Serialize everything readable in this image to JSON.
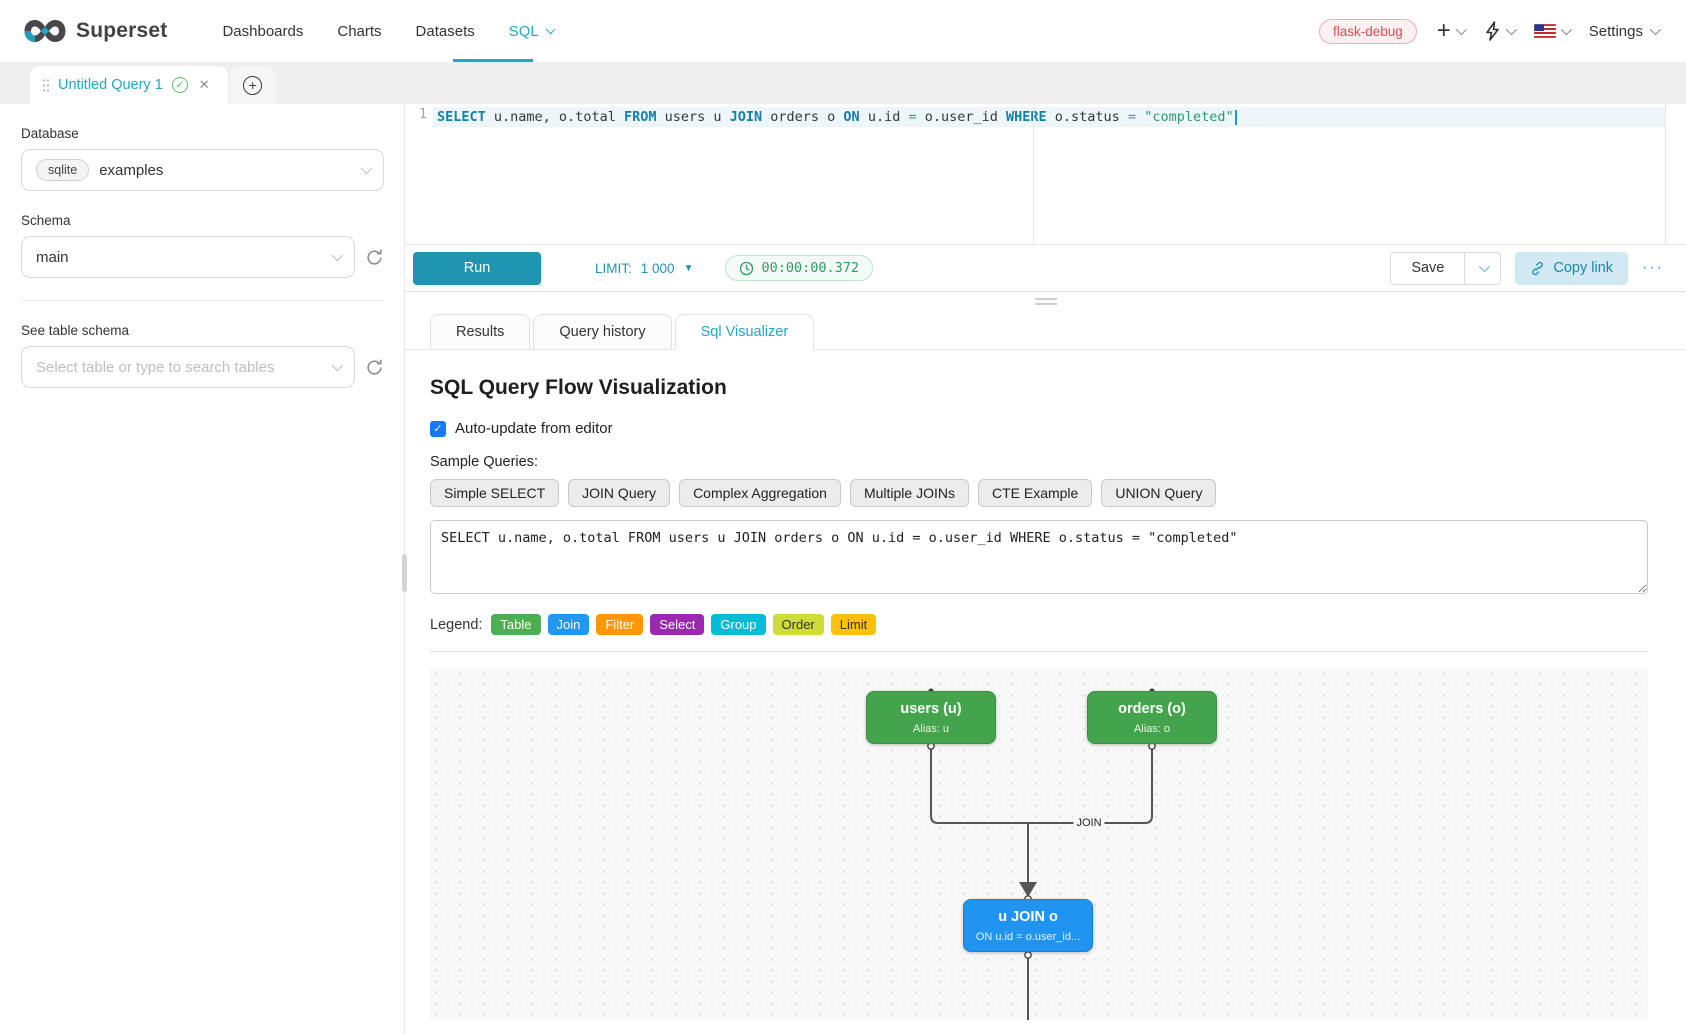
{
  "navbar": {
    "brand": "Superset",
    "items": [
      "Dashboards",
      "Charts",
      "Datasets"
    ],
    "sql": "SQL",
    "env_badge": "flask-debug",
    "settings": "Settings",
    "accent_color": "#20a7c9"
  },
  "tabstrip": {
    "query_tab": "Untitled Query 1"
  },
  "sidebar": {
    "database_label": "Database",
    "engine_badge": "sqlite",
    "database_value": "examples",
    "schema_label": "Schema",
    "schema_value": "main",
    "table_label": "See table schema",
    "table_placeholder": "Select table or type to search tables"
  },
  "editor": {
    "line_number": "1",
    "tokens": [
      {
        "t": "SELECT",
        "c": "kw"
      },
      {
        "t": " u.name, o.total ",
        "c": "plain"
      },
      {
        "t": "FROM",
        "c": "kw"
      },
      {
        "t": " users u ",
        "c": "plain"
      },
      {
        "t": "JOIN",
        "c": "kw"
      },
      {
        "t": " orders o ",
        "c": "plain"
      },
      {
        "t": "ON",
        "c": "kw"
      },
      {
        "t": " u.id ",
        "c": "plain"
      },
      {
        "t": "=",
        "c": "op"
      },
      {
        "t": " o.user_id ",
        "c": "plain"
      },
      {
        "t": "WHERE",
        "c": "kw"
      },
      {
        "t": " o.status ",
        "c": "plain"
      },
      {
        "t": "=",
        "c": "op"
      },
      {
        "t": " \"completed\"",
        "c": "str"
      }
    ]
  },
  "toolbar": {
    "run": "Run",
    "limit_label": "LIMIT:",
    "limit_value": "1 000",
    "timer": "00:00:00.372",
    "timer_color": "#2f9c66",
    "save": "Save",
    "copy_link": "Copy link",
    "more": "···"
  },
  "result_tabs": {
    "results": "Results",
    "history": "Query history",
    "visualizer": "Sql Visualizer"
  },
  "visualizer": {
    "title": "SQL Query Flow Visualization",
    "auto_update": "Auto-update from editor",
    "samples_label": "Sample Queries:",
    "samples": [
      "Simple SELECT",
      "JOIN Query",
      "Complex Aggregation",
      "Multiple JOINs",
      "CTE Example",
      "UNION Query"
    ],
    "query_text": "SELECT u.name, o.total FROM users u JOIN orders o ON u.id = o.user_id WHERE o.status = \"completed\"",
    "legend_label": "Legend:",
    "legend": [
      {
        "label": "Table",
        "color": "#4CAF50"
      },
      {
        "label": "Join",
        "color": "#2196F3"
      },
      {
        "label": "Filter",
        "color": "#FF9800"
      },
      {
        "label": "Select",
        "color": "#9C27B0"
      },
      {
        "label": "Group",
        "color": "#00BCD4"
      },
      {
        "label": "Order",
        "color": "#CDDC39"
      },
      {
        "label": "Limit",
        "color": "#FFC107"
      }
    ],
    "flow": {
      "nodes": [
        {
          "title": "users (u)",
          "subtitle": "Alias: u",
          "color": "#4CAF50"
        },
        {
          "title": "orders (o)",
          "subtitle": "Alias: o",
          "color": "#4CAF50"
        },
        {
          "title": "u JOIN o",
          "subtitle": "ON u.id = o.user_id...",
          "color": "#2196F3"
        }
      ],
      "edge_label": "JOIN"
    }
  }
}
